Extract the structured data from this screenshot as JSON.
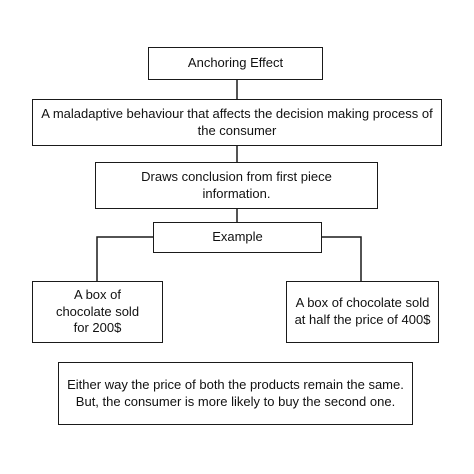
{
  "diagram": {
    "title": "Anchoring Effect",
    "definition": "A maladaptive behaviour that affects the decision making process of the consumer",
    "conclusion": "Draws conclusion from first piece information.",
    "example_label": "Example",
    "left_example": "A box of chocolate sold for 200$",
    "right_example": "A box of chocolate sold at half the price of 400$",
    "summary": "Either way the price of both the  products remain the same. But, the consumer is more likely to buy the second one."
  }
}
